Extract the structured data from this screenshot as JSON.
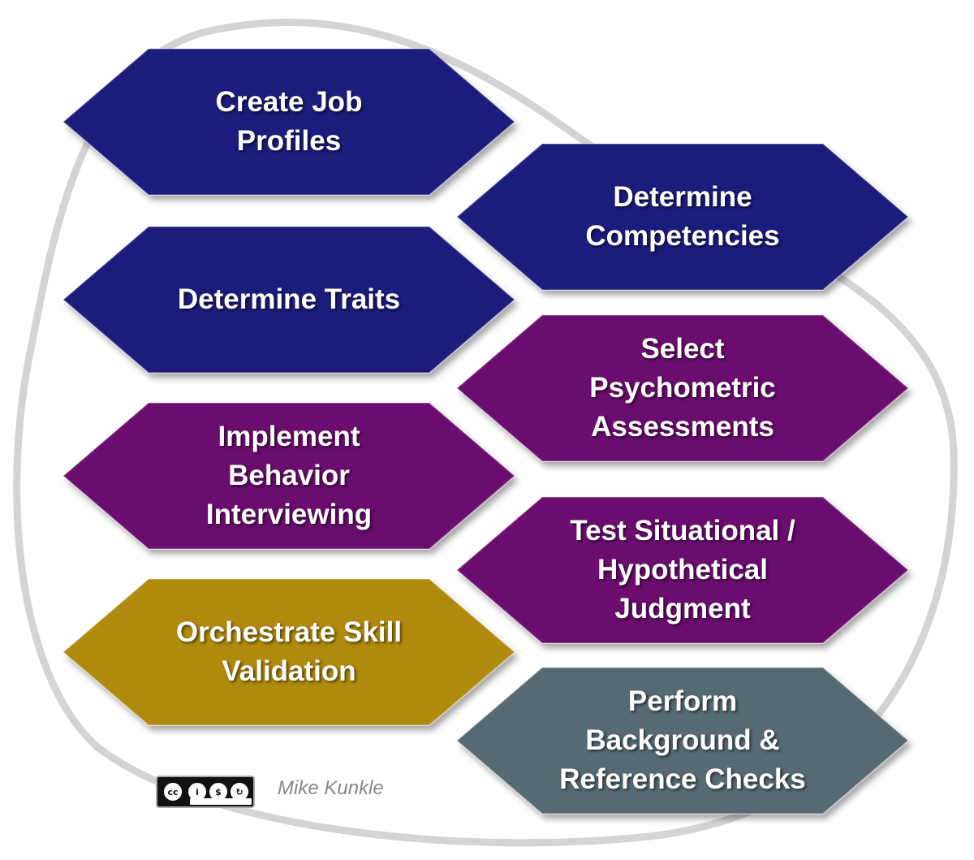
{
  "steps": [
    {
      "lines": [
        "Create Job",
        "Profiles"
      ],
      "color": "#1a1a7c"
    },
    {
      "lines": [
        "Determine",
        "Competencies"
      ],
      "color": "#1a1a7c"
    },
    {
      "lines": [
        "Determine Traits"
      ],
      "color": "#1a1a7c"
    },
    {
      "lines": [
        "Select",
        "Psychometric",
        "Assessments"
      ],
      "color": "#6a0f6e"
    },
    {
      "lines": [
        "Implement",
        "Behavior",
        "Interviewing"
      ],
      "color": "#6a0f6e"
    },
    {
      "lines": [
        "Test Situational /",
        "Hypothetical",
        "Judgment"
      ],
      "color": "#6a0f6e"
    },
    {
      "lines": [
        "Orchestrate Skill",
        "Validation"
      ],
      "color": "#b08a10"
    },
    {
      "lines": [
        "Perform",
        "Background &",
        "Reference Checks"
      ],
      "color": "#566a73"
    }
  ],
  "license_badge": {
    "icon": "creative-commons-by-nc-sa-icon",
    "symbols": [
      "cc",
      "i",
      "$",
      "↻"
    ]
  },
  "author": "Mike Kunkle",
  "colors": {
    "outline": "#d4d4d4",
    "text": "#ffffff"
  }
}
